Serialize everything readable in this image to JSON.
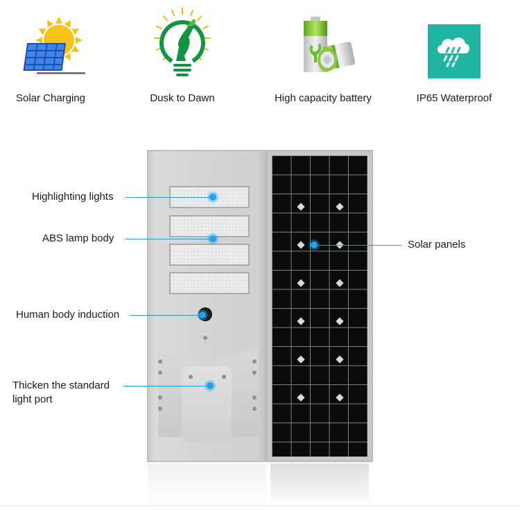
{
  "features": [
    {
      "label": "Solar Charging",
      "icon": "solar-panel-sun-icon"
    },
    {
      "label": "Dusk to Dawn",
      "icon": "hand-lightbulb-icon"
    },
    {
      "label": "High capacity battery",
      "icon": "green-battery-icon"
    },
    {
      "label": "IP65 Waterproof",
      "icon": "rain-cloud-icon"
    }
  ],
  "product": {
    "callouts_left": [
      {
        "label": "Highlighting lights"
      },
      {
        "label": "ABS lamp body"
      },
      {
        "label": "Human body induction"
      },
      {
        "label_line1": "Thicken the standard",
        "label_line2": "light port"
      }
    ],
    "callouts_right": [
      {
        "label": "Solar panels"
      }
    ]
  },
  "colors": {
    "accent_blue": "#1ea4ec",
    "icon_green": "#16a34a",
    "waterproof_teal": "#1fb5a0",
    "sun_yellow": "#f5b800",
    "panel_blue": "#2a6fd6"
  }
}
